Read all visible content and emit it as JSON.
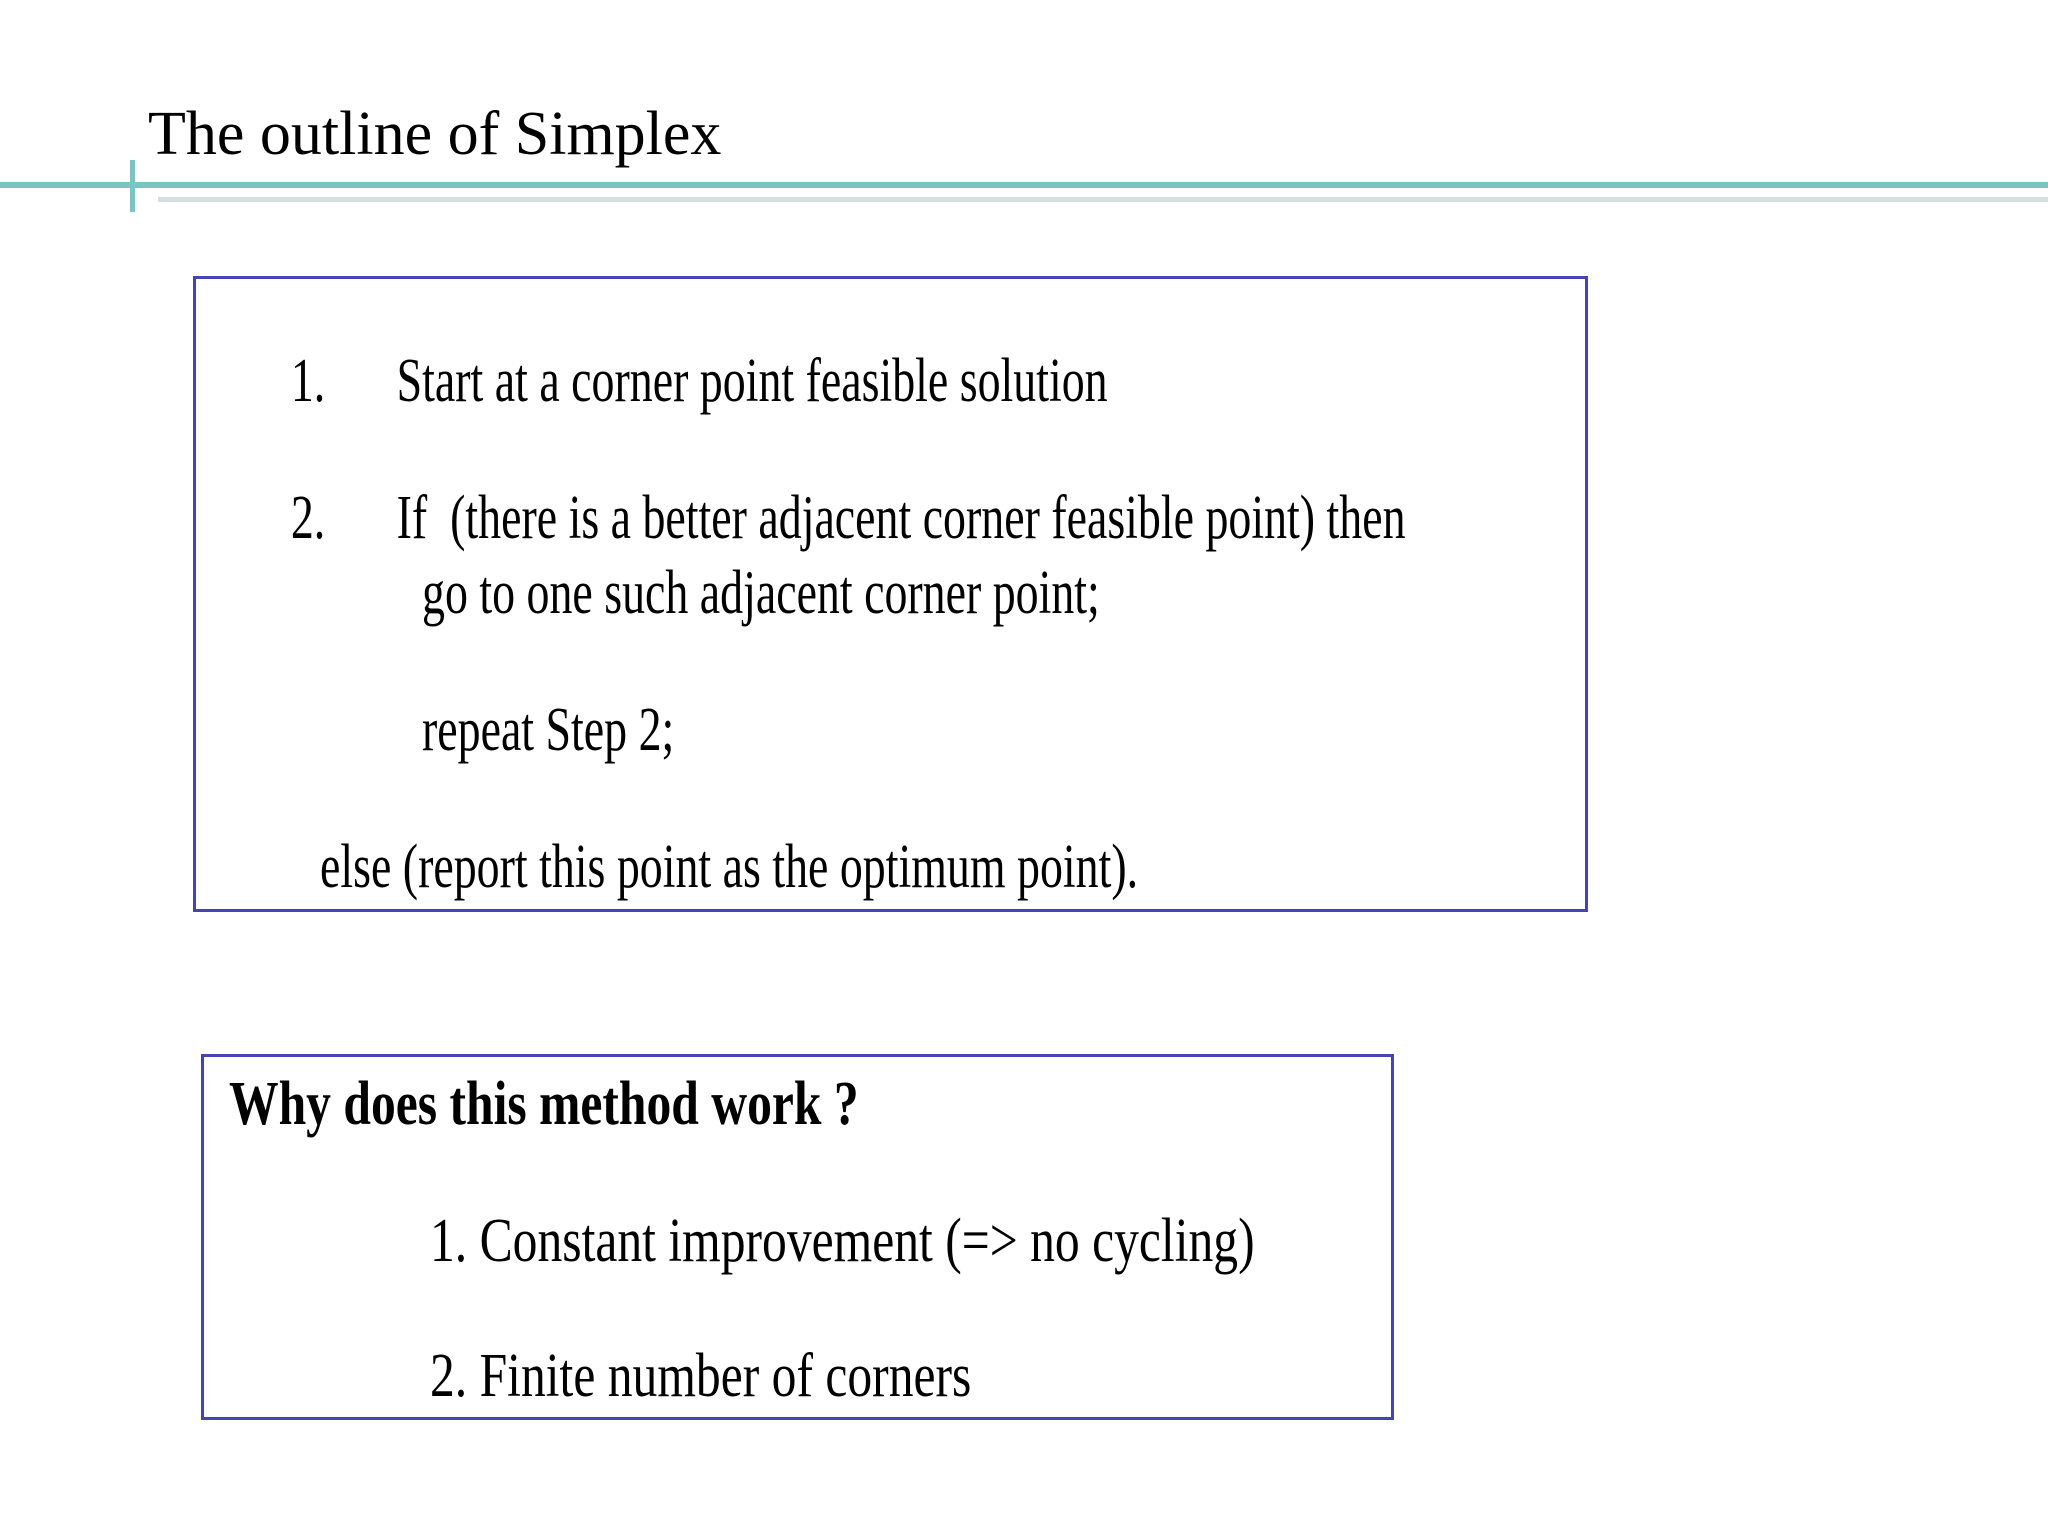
{
  "slide": {
    "title": "The outline of Simplex"
  },
  "colors": {
    "background": "#ffffff",
    "text": "#000000",
    "accent": "#7cc4c4",
    "box-border": "#4444b4",
    "underline-shadow": "#d3dedd"
  },
  "algorithm_box": {
    "steps": [
      {
        "num": "1.",
        "text": "Start at a corner point feasible solution"
      },
      {
        "num": "2.",
        "text": "If  (there is a better adjacent corner feasible point) then"
      }
    ],
    "branch_lines": [
      "go to one such adjacent corner point;",
      "repeat Step 2;"
    ],
    "else_line": "else (report this point as the optimum point)."
  },
  "why_box": {
    "heading": "Why does this method work ?",
    "reasons": [
      "1. Constant improvement (=> no cycling)",
      "2. Finite number of corners"
    ]
  }
}
